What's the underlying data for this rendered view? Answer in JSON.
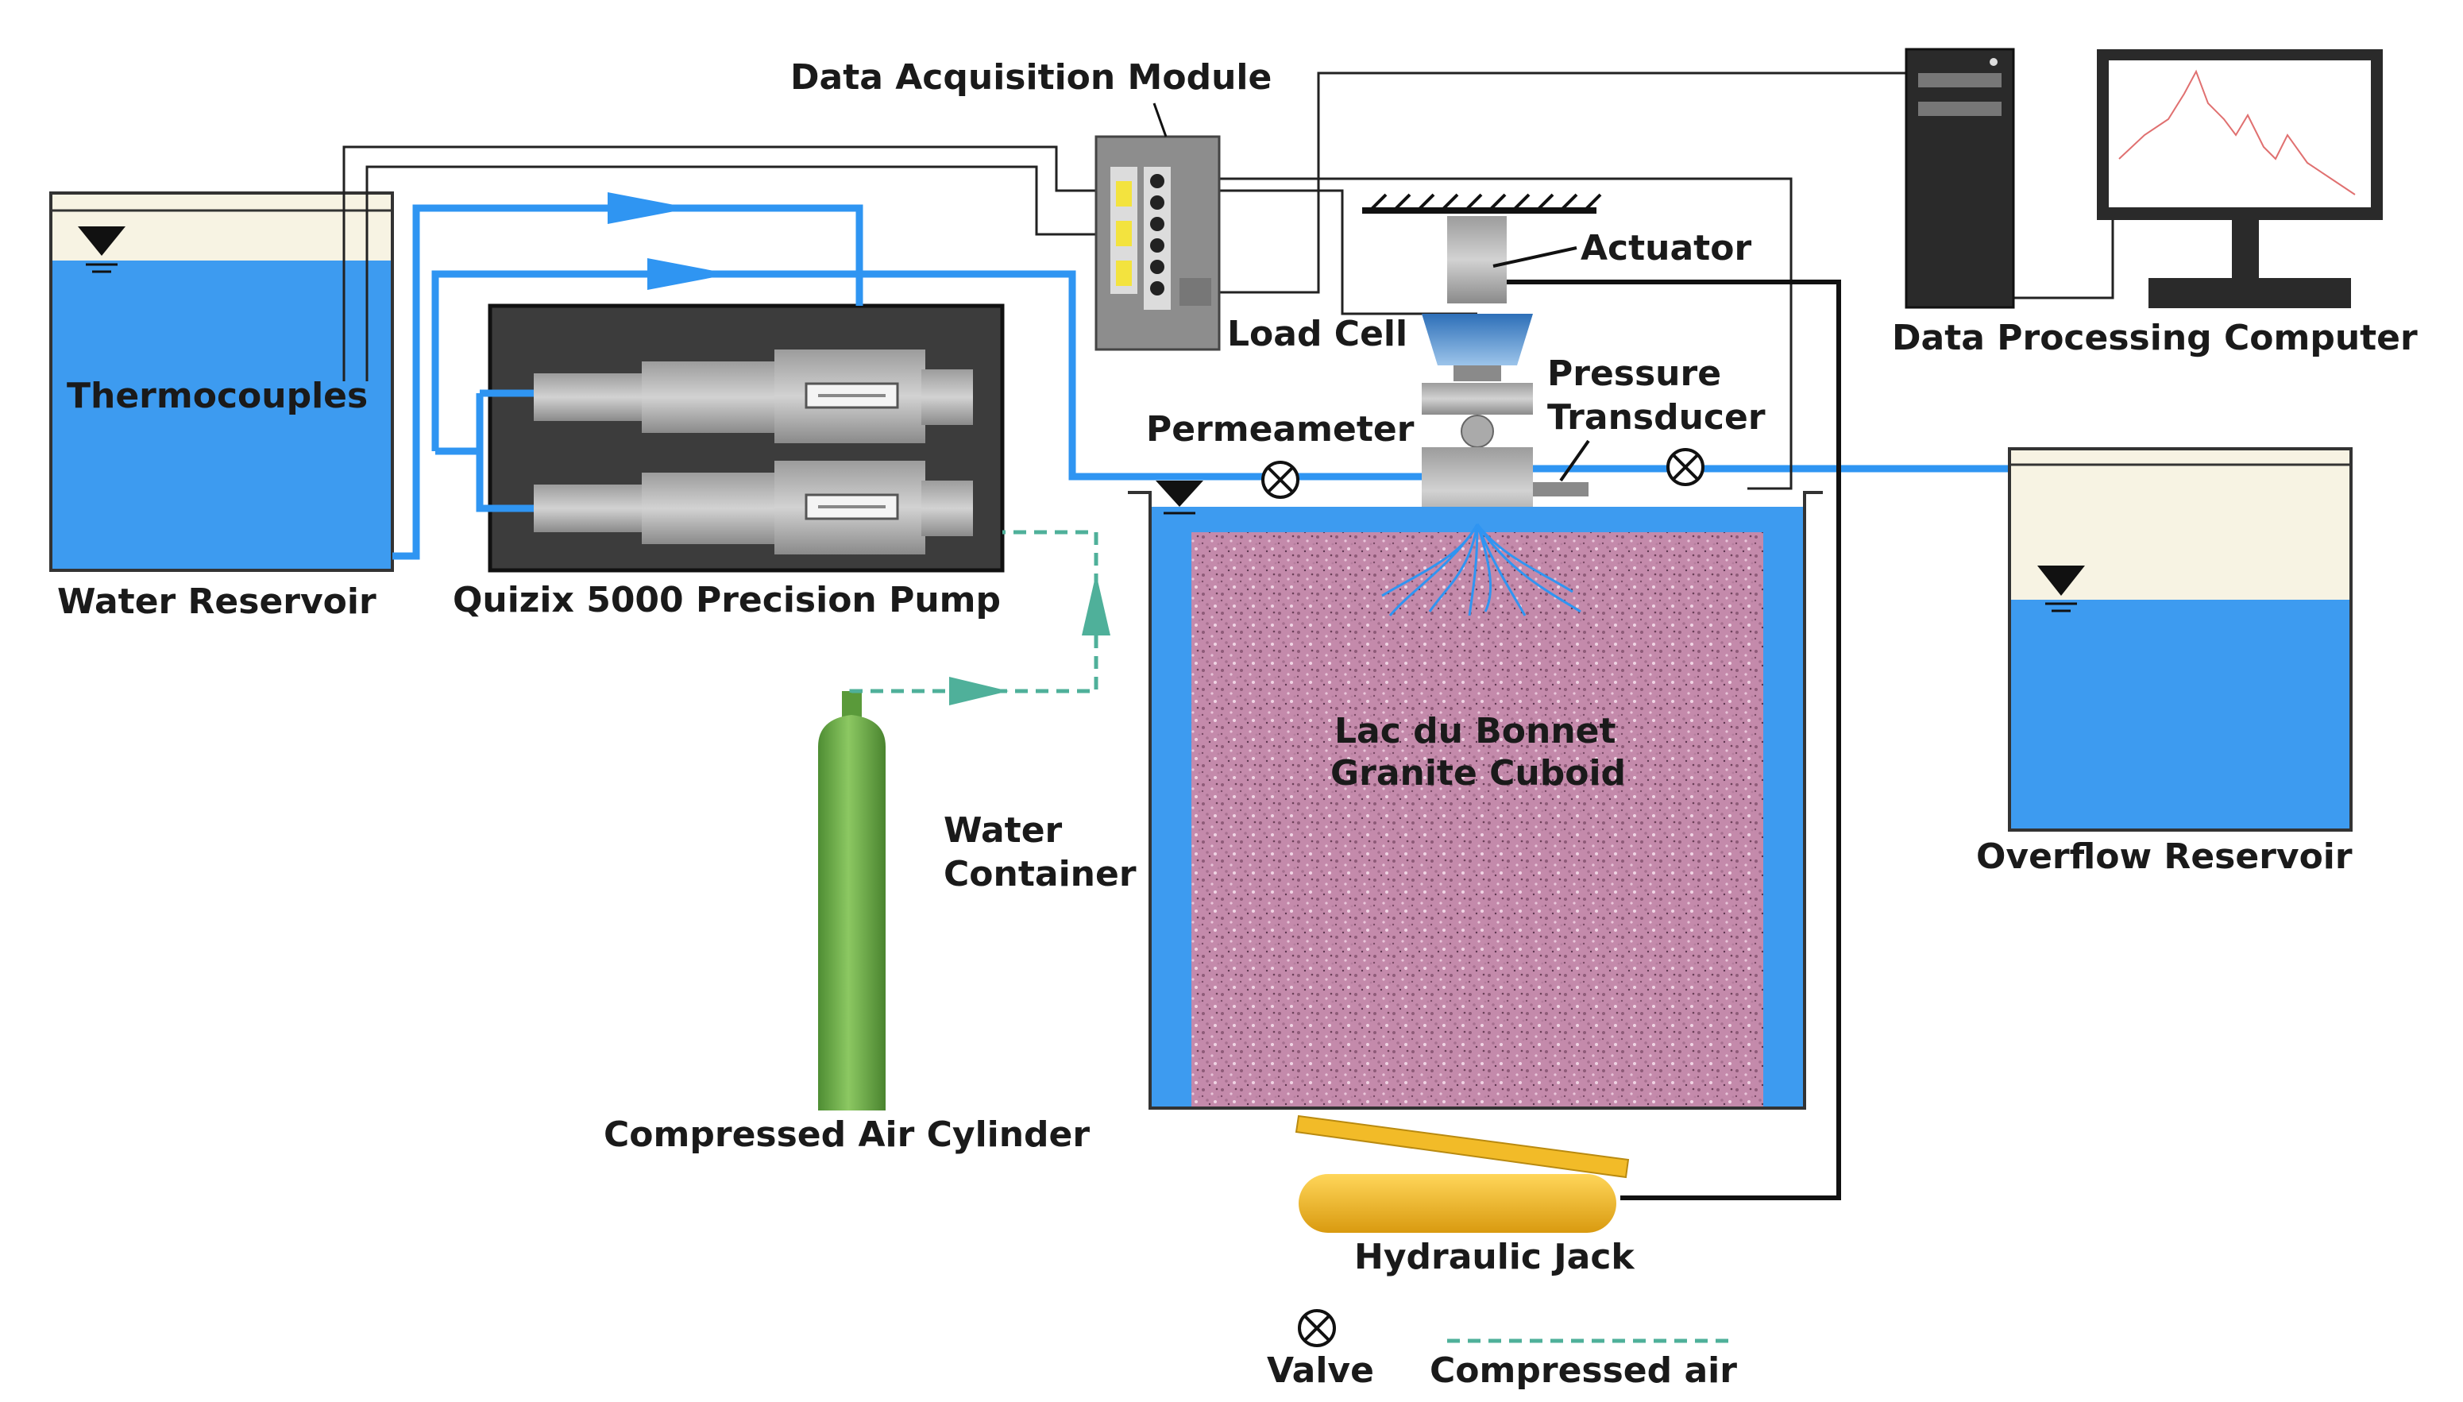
{
  "labels": {
    "data_acquisition": "Data Acquisition Module",
    "actuator": "Actuator",
    "load_cell": "Load Cell",
    "pressure_1": "Pressure",
    "pressure_2": "Transducer",
    "permeameter": "Permeameter",
    "thermocouples": "Thermocouples",
    "water_reservoir": "Water Reservoir",
    "pump": "Quizix 5000 Precision Pump",
    "data_computer": "Data Processing Computer",
    "overflow_reservoir": "Overflow Reservoir",
    "granite_1": "Lac du Bonnet",
    "granite_2": "Granite Cuboid",
    "water_container_1": "Water",
    "water_container_2": "Container",
    "air_cylinder": "Compressed Air Cylinder",
    "hydraulic_jack": "Hydraulic Jack"
  },
  "legend": {
    "valve": "Valve",
    "compressed_air": "Compressed air"
  },
  "colors": {
    "water": "#3d9bf0",
    "pipe": "#2f95f2",
    "granite": "#c98db0",
    "cylinder": "#6fb04a",
    "jack": "#f2bb28",
    "air_line": "#4fb09a",
    "pump_box": "#3c3c3c"
  }
}
